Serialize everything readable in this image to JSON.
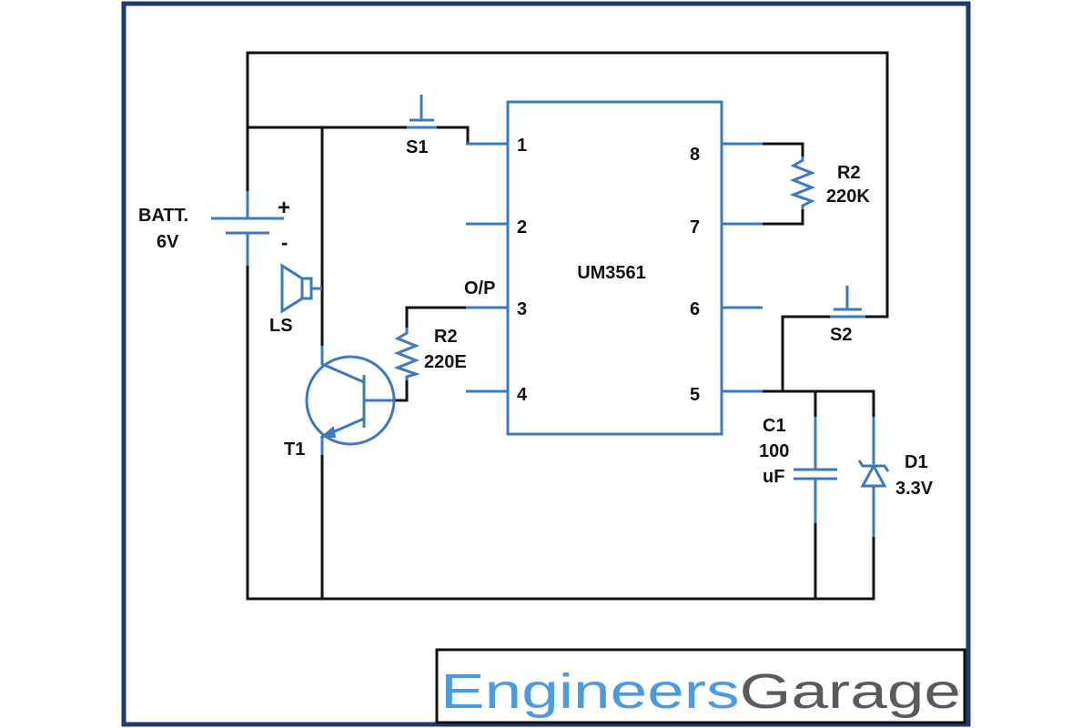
{
  "ic": {
    "name": "UM3561",
    "output_label": "O/P",
    "pins": [
      "1",
      "2",
      "3",
      "4",
      "5",
      "6",
      "7",
      "8"
    ]
  },
  "battery": {
    "label": "BATT.",
    "voltage": "6V",
    "plus": "+",
    "minus": "-"
  },
  "speaker": {
    "label": "LS"
  },
  "transistor": {
    "label": "T1"
  },
  "switches": {
    "s1": "S1",
    "s2": "S2"
  },
  "resistor_output": {
    "label": "R2",
    "value": "220E"
  },
  "resistor_timing": {
    "label": "R2",
    "value": "220K"
  },
  "capacitor": {
    "label": "C1",
    "value_line1": "100",
    "value_line2": "uF"
  },
  "diode": {
    "label": "D1",
    "value": "3.3V"
  },
  "logo": {
    "part1": "Engineers",
    "part2": "Garage"
  },
  "colors": {
    "wire": "#111111",
    "component": "#3d78c2",
    "frame": "#1f3a72",
    "logo_blue": "#4a9be3",
    "logo_gray": "#5a5a5a"
  }
}
